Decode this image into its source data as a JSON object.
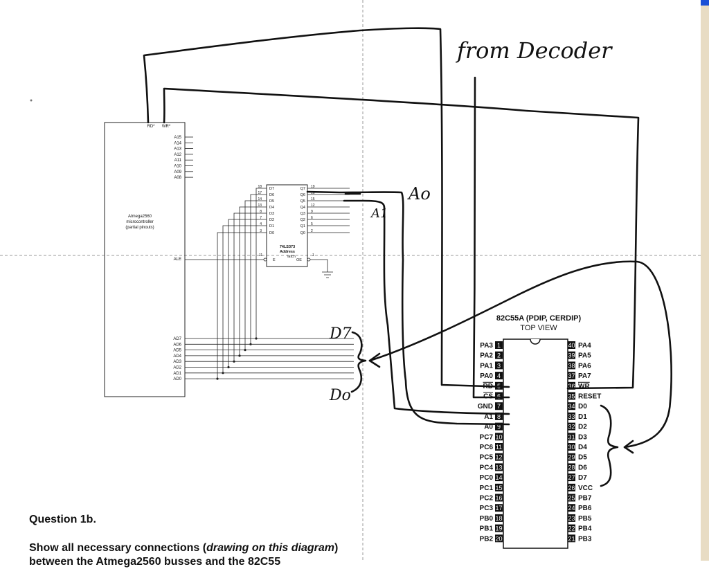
{
  "mcu": {
    "title_lines": [
      "Atmega2560",
      "microcontroller",
      "(partial pinouts)"
    ],
    "top_pins": [
      "RD*",
      "WR*"
    ],
    "addr_pins": [
      "A15",
      "A14",
      "A13",
      "A12",
      "A11",
      "A10",
      "A09",
      "A08"
    ],
    "ale": "ALE",
    "ad_pins": [
      "AD7",
      "AD6",
      "AD5",
      "AD4",
      "AD3",
      "AD2",
      "AD1",
      "AD0"
    ]
  },
  "latch": {
    "name_lines": [
      "74LS373",
      "Address",
      "latch"
    ],
    "d_labels": [
      "D7",
      "D6",
      "D5",
      "D4",
      "D3",
      "D2",
      "D1",
      "D0"
    ],
    "d_pins": [
      "18",
      "17",
      "14",
      "13",
      "8",
      "7",
      "4",
      "3"
    ],
    "q_labels": [
      "Q7",
      "Q6",
      "Q5",
      "Q4",
      "Q3",
      "Q2",
      "Q1",
      "Q0"
    ],
    "q_pins": [
      "19",
      "16",
      "15",
      "12",
      "9",
      "6",
      "5",
      "2"
    ],
    "e_label": "E",
    "e_pin": "11",
    "oe_label": "OE",
    "oe_pin": "1"
  },
  "ppi": {
    "title": "82C55A (PDIP, CERDIP)",
    "subtitle": "TOP VIEW",
    "left_pins": [
      {
        "num": "1",
        "label": "PA3"
      },
      {
        "num": "2",
        "label": "PA2"
      },
      {
        "num": "3",
        "label": "PA1"
      },
      {
        "num": "4",
        "label": "PA0"
      },
      {
        "num": "5",
        "label": "RD"
      },
      {
        "num": "6",
        "label": "CS"
      },
      {
        "num": "7",
        "label": "GND"
      },
      {
        "num": "8",
        "label": "A1"
      },
      {
        "num": "9",
        "label": "A0"
      },
      {
        "num": "10",
        "label": "PC7"
      },
      {
        "num": "11",
        "label": "PC6"
      },
      {
        "num": "12",
        "label": "PC5"
      },
      {
        "num": "13",
        "label": "PC4"
      },
      {
        "num": "14",
        "label": "PC0"
      },
      {
        "num": "15",
        "label": "PC1"
      },
      {
        "num": "16",
        "label": "PC2"
      },
      {
        "num": "17",
        "label": "PC3"
      },
      {
        "num": "18",
        "label": "PB0"
      },
      {
        "num": "19",
        "label": "PB1"
      },
      {
        "num": "20",
        "label": "PB2"
      }
    ],
    "right_pins": [
      {
        "num": "40",
        "label": "PA4"
      },
      {
        "num": "39",
        "label": "PA5"
      },
      {
        "num": "38",
        "label": "PA6"
      },
      {
        "num": "37",
        "label": "PA7"
      },
      {
        "num": "36",
        "label": "WR"
      },
      {
        "num": "35",
        "label": "RESET"
      },
      {
        "num": "34",
        "label": "D0"
      },
      {
        "num": "33",
        "label": "D1"
      },
      {
        "num": "32",
        "label": "D2"
      },
      {
        "num": "31",
        "label": "D3"
      },
      {
        "num": "30",
        "label": "D4"
      },
      {
        "num": "29",
        "label": "D5"
      },
      {
        "num": "28",
        "label": "D6"
      },
      {
        "num": "27",
        "label": "D7"
      },
      {
        "num": "26",
        "label": "VCC"
      },
      {
        "num": "25",
        "label": "PB7"
      },
      {
        "num": "24",
        "label": "PB6"
      },
      {
        "num": "23",
        "label": "PB5"
      },
      {
        "num": "22",
        "label": "PB4"
      },
      {
        "num": "21",
        "label": "PB3"
      }
    ]
  },
  "annotations": {
    "from_decoder": "from Decoder",
    "a0": "Ao",
    "a1": "A1",
    "d7": "D7",
    "d0": "Do"
  },
  "question": {
    "title": "Question 1b.",
    "body_pre": "Show all necessary connections (",
    "body_em": "drawing on this diagram",
    "body_post": ")",
    "body_line2": "between the Atmega2560 busses and the 82C55"
  }
}
